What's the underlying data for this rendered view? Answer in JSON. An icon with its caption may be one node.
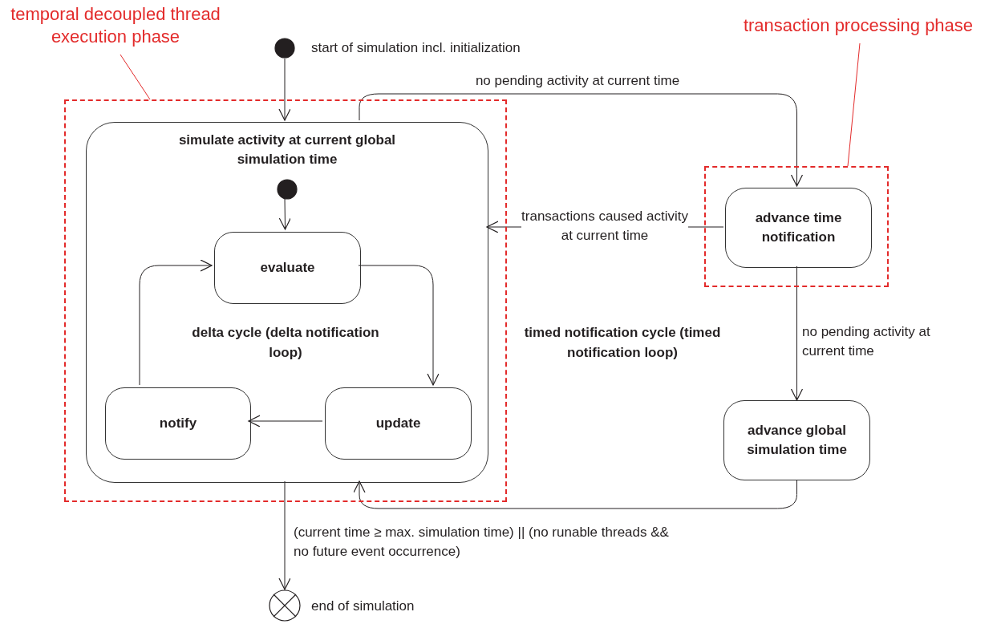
{
  "diagram": {
    "nodes": [
      {
        "text": [
          "temporal decoupled thread execution phase"
        ]
      },
      {
        "text": [],
        "shape": "box"
      },
      {
        "text": [],
        "shape": "circle",
        "beside": [
          "start of simulation incl. initialization"
        ]
      },
      {
        "text": [
          "simulate activity at current global simulation time"
        ],
        "in": 1
      },
      {
        "text": [],
        "shape": "circle",
        "in": 3
      },
      {
        "text": [
          "evaluate"
        ],
        "in": 3
      },
      {
        "text": [
          "notify"
        ],
        "in": 3
      },
      {
        "text": [
          "update"
        ],
        "in": 3
      },
      {
        "text": [
          "transaction processing phase"
        ]
      },
      {
        "text": [],
        "shape": "box"
      },
      {
        "text": [
          "advance time notification"
        ],
        "in": 9
      },
      {
        "text": [
          "advance global simulation time"
        ]
      },
      {
        "text": [],
        "shape": "circle",
        "beside": [
          "end of simulation"
        ]
      }
    ],
    "edges": [
      {
        "from": 0,
        "to": 1,
        "arrow": "none",
        "color": "#e32b2b"
      },
      {
        "from": 2,
        "to": 3,
        "arrow": "to"
      },
      {
        "from": 4,
        "to": 5,
        "arrow": "to"
      },
      {
        "from": 5,
        "to": 7,
        "arrow": "to"
      },
      {
        "from": 7,
        "to": 6,
        "arrow": "to"
      },
      {
        "from": 6,
        "to": 5,
        "arrow": "to"
      },
      {
        "from": 8,
        "to": 9,
        "arrow": "none",
        "color": "#e32b2b"
      },
      {
        "from": 3,
        "to": 10,
        "arrow": "to",
        "label": "no pending activity at current time"
      },
      {
        "from": 10,
        "to": 3,
        "arrow": "to",
        "label": "transactions caused activity at current time"
      },
      {
        "from": 10,
        "to": 11,
        "arrow": "to",
        "label": "no pending activity at current time"
      },
      {
        "from": 11,
        "to": 3,
        "arrow": "to"
      },
      {
        "from": 3,
        "to": 12,
        "arrow": "to",
        "label": "(current time ≥ max. simulation time) || (no runable threads && no future event occurrence)"
      }
    ],
    "labels": [
      "delta cycle (delta notification loop)",
      "timed notification cycle (timed notification loop)"
    ]
  }
}
